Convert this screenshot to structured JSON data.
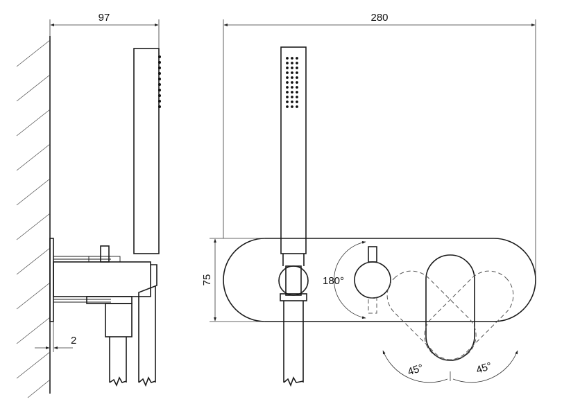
{
  "dimensions": {
    "side_depth": "97",
    "wall_gap": "2",
    "total_width": "280",
    "plate_height": "75"
  },
  "angles": {
    "diverter_rotation": "180°",
    "lever_left": "45°",
    "lever_right": "45°"
  }
}
